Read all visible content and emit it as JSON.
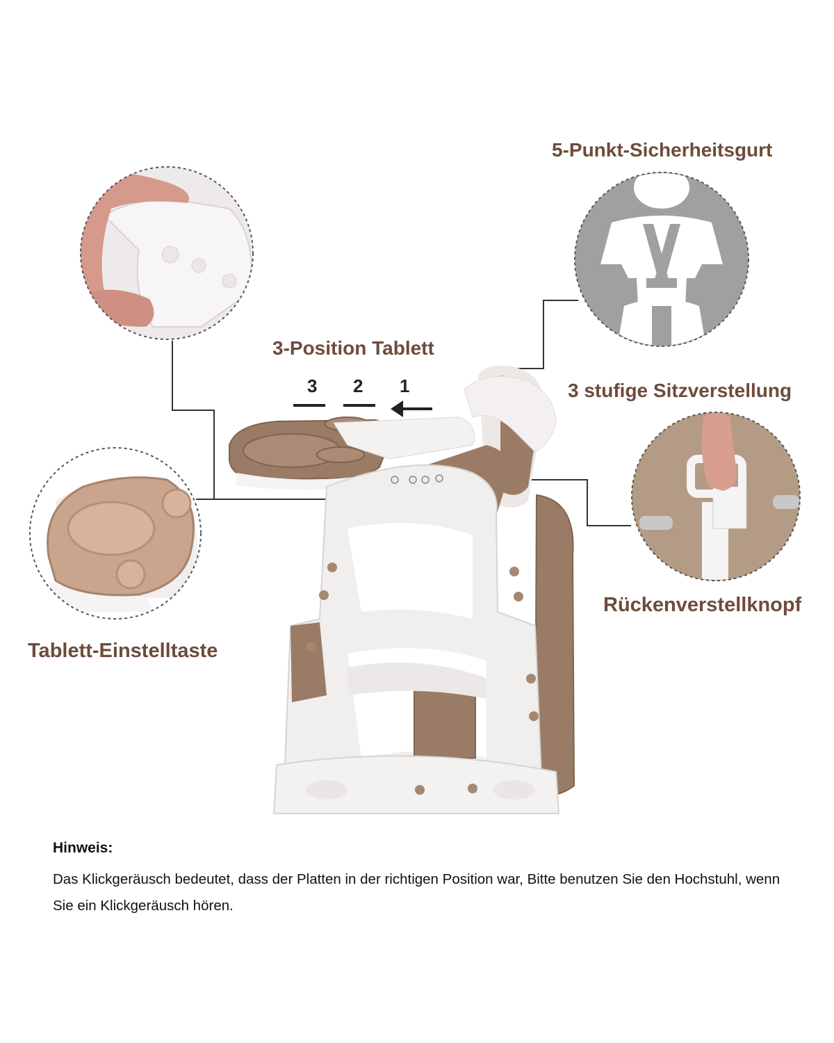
{
  "labels": {
    "harness": "5-Punkt-Sicherheitsgurt",
    "tray_position": "3-Position Tablett",
    "seat_adjust": "3 stufige Sitzverstellung",
    "back_knob": "Rückenverstellknopf",
    "tray_button": "Tablett-Einstelltaste"
  },
  "tray_steps": [
    "3",
    "2",
    "1"
  ],
  "note": {
    "title": "Hinweis:",
    "text": "Das Klickgeräusch bedeutet, dass der Platten in der richtigen Position war, Bitte benutzen Sie den Hochstuhl, wenn Sie ein Klickgeräusch hören."
  },
  "colors": {
    "brown": "#9a7c66",
    "label_brown": "#6e4b3c",
    "white_plastic": "#f1eeee",
    "grey_circle": "#9f9f9f"
  }
}
